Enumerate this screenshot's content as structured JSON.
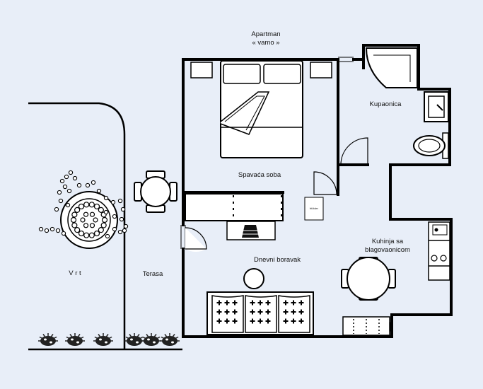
{
  "title": {
    "line1": "Apartman",
    "line2": "« vamo »"
  },
  "rooms": {
    "bedroom": "Spavaća soba",
    "bathroom": "Kupaonica",
    "living": "Dnevni boravak",
    "kitchen_line1": "Kuhinja sa",
    "kitchen_line2": "blagovaonicom",
    "terrace": "Terasa",
    "garden": "V r t"
  },
  "fridge_label": "frižider",
  "colors": {
    "background": "#e8eef8",
    "wall": "#000000",
    "furniture_fill": "#ffffff"
  }
}
